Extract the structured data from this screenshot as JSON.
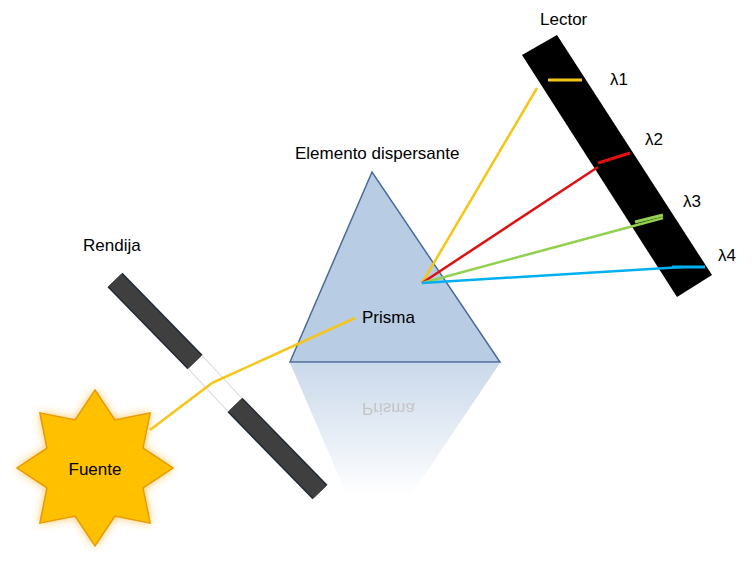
{
  "diagram": {
    "nodes": [
      {
        "text": [
          "Fuente"
        ]
      },
      {
        "text": [
          "Rendija"
        ]
      },
      {
        "text": [
          "Elemento dispersante",
          "Prisma"
        ]
      },
      {
        "text": [
          "Lector"
        ]
      }
    ],
    "edges": [
      {
        "from": 0,
        "to": 1,
        "arrow": "none"
      },
      {
        "from": 1,
        "to": 2,
        "arrow": "none"
      },
      {
        "from": 2,
        "to": 3,
        "arrow": "none"
      },
      {
        "from": 2,
        "to": 3,
        "arrow": "none"
      },
      {
        "from": 2,
        "to": 3,
        "arrow": "none"
      },
      {
        "from": 2,
        "to": 3,
        "arrow": "none"
      }
    ],
    "labels": [
      "λ1",
      "λ2",
      "λ3",
      "λ4",
      "Prisma"
    ]
  }
}
